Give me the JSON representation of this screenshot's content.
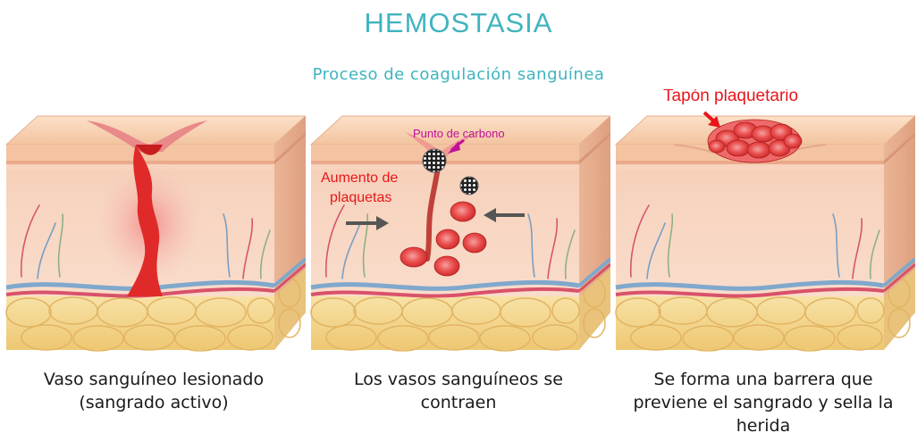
{
  "header": {
    "title": "HEMOSTASIA",
    "subtitle": "Proceso de coagulación sanguínea"
  },
  "panels": [
    {
      "caption_line1": "Vaso sanguíneo lesionado",
      "caption_line2": "(sangrado activo)"
    },
    {
      "caption_line1": "Los vasos sanguíneos se",
      "caption_line2": "contraen",
      "label_carbon": "Punto de carbono",
      "label_platelets_line1": "Aumento de",
      "label_platelets_line2": "plaquetas"
    },
    {
      "caption_line1": "Se forma una barrera que",
      "caption_line2": "previene el sangrado y sella la",
      "caption_line3": "herida",
      "label_plug": "Tapón plaquetario"
    }
  ],
  "colors": {
    "title": "#3fb4bf",
    "label_red": "#e8161b",
    "label_magenta": "#c0109a",
    "skin_top": "#f6c9a6",
    "fat": "#f4d88a",
    "blood": "#e22a2a"
  }
}
